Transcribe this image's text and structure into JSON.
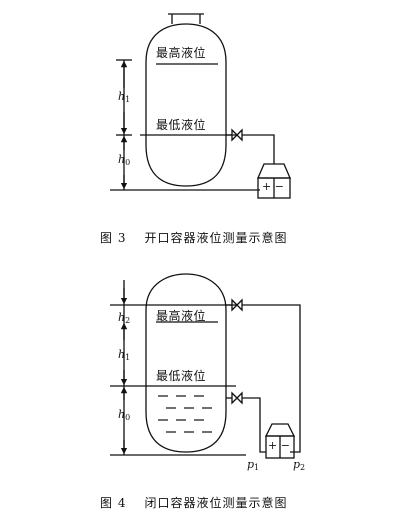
{
  "figure3": {
    "caption_num": "图 3",
    "caption_text": "开口容器液位测量示意图",
    "label_max": "最高液位",
    "label_min": "最低液位",
    "h1": "h",
    "h1_sub": "1",
    "h0": "h",
    "h0_sub": "0",
    "transmitter": "+ −"
  },
  "figure4": {
    "caption_num": "图 4",
    "caption_text": "闭口容器液位测量示意图",
    "label_max": "最高液位",
    "label_min": "最低液位",
    "h2": "h",
    "h2_sub": "2",
    "h1": "h",
    "h1_sub": "1",
    "h0": "h",
    "h0_sub": "0",
    "p1": "p",
    "p1_sub": "1",
    "p2": "p",
    "p2_sub": "2",
    "transmitter": "+ −"
  }
}
